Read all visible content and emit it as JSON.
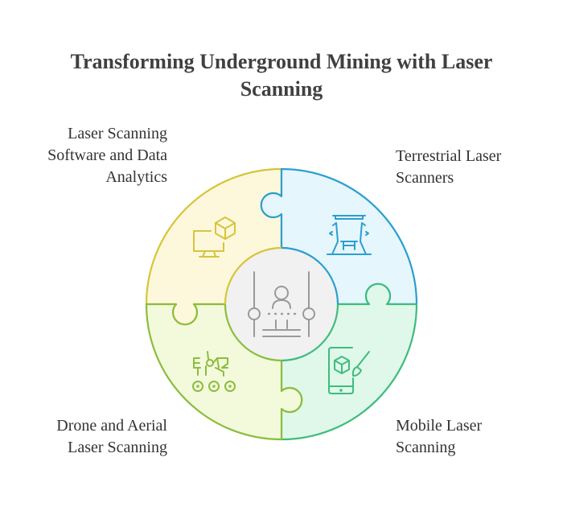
{
  "title": {
    "line1": "Transforming Underground Mining with Laser",
    "line2": "Scanning"
  },
  "segments": [
    {
      "id": "software",
      "lines": [
        "Laser Scanning",
        "Software and Data",
        "Analytics"
      ],
      "icon": "computer-cube-icon",
      "stroke": "#d6c53a",
      "fill": "#fdf8dc"
    },
    {
      "id": "terrestrial",
      "lines": [
        "Terrestrial Laser",
        "Scanners"
      ],
      "icon": "scanner-icon",
      "stroke": "#2a9fd0",
      "fill": "#e6f6fd"
    },
    {
      "id": "mobile",
      "lines": [
        "Mobile Laser",
        "Scanning"
      ],
      "icon": "phone-cube-brush-icon",
      "stroke": "#3dbd7d",
      "fill": "#e0f8ea"
    },
    {
      "id": "drone",
      "lines": [
        "Drone and Aerial",
        "Laser Scanning"
      ],
      "icon": "rover-icon",
      "stroke": "#8cbd3c",
      "fill": "#f3fadc"
    }
  ],
  "center": {
    "icon": "operator-controls-icon",
    "fill": "#f1f1f1",
    "stroke": "#9a9a9a"
  }
}
